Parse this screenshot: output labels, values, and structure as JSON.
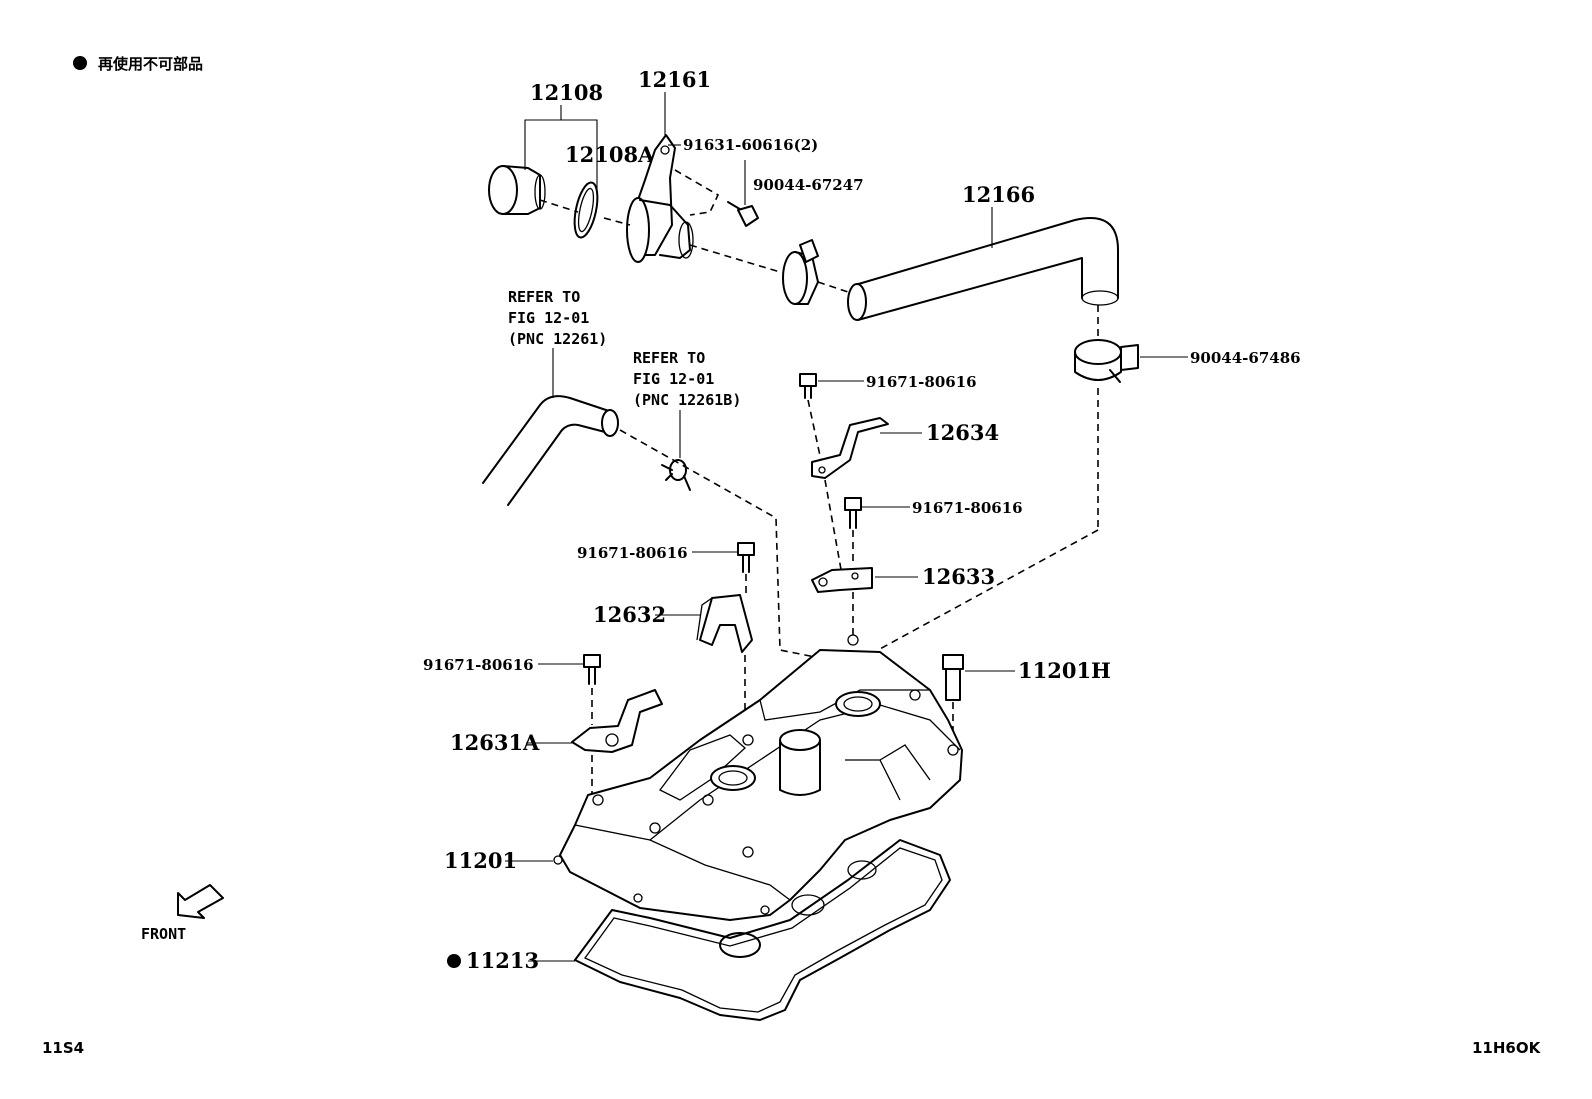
{
  "legend": {
    "bullet": "●",
    "text": "再使用不可部品"
  },
  "corner": {
    "left_code": "11S4",
    "right_code": "11H6OK"
  },
  "front_label": "FRONT",
  "parts": {
    "p12108": "12108",
    "p12108A": "12108A",
    "p12161": "12161",
    "p91631": "91631-60616(2)",
    "p90044_67247": "90044-67247",
    "p12166": "12166",
    "p90044_67486": "90044-67486",
    "p91671_a": "91671-80616",
    "p12634": "12634",
    "p91671_b": "91671-80616",
    "p12633": "12633",
    "p91671_c": "91671-80616",
    "p12632": "12632",
    "p91671_d": "91671-80616",
    "p11201H": "11201H",
    "p12631A": "12631A",
    "p11201": "11201",
    "p11213": "11213"
  },
  "refer1": {
    "line1": "REFER TO",
    "line2": "FIG 12-01",
    "line3": "(PNC 12261)"
  },
  "refer2": {
    "line1": "REFER TO",
    "line2": "FIG 12-01",
    "line3": "(PNC 12261B)"
  },
  "icons": [
    "filled-circle-icon",
    "front-arrow-icon"
  ]
}
